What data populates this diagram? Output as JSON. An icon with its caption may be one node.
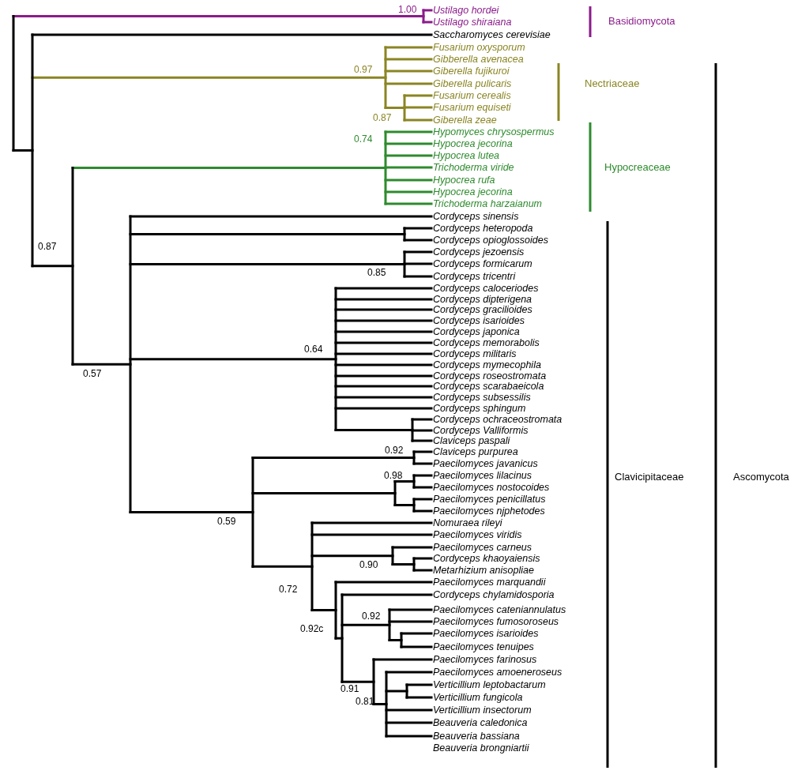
{
  "diagram": {
    "labels": [
      "Ustilago hordei",
      "Ustilago shiraiana",
      "Saccharomyces cerevisiae",
      "Fusarium oxysporum",
      "Gibberella avenacea",
      "Giberella fujikuroi",
      "Giberella pulicaris",
      "Fusarium cerealis",
      "Fusarium equiseti",
      "Giberella zeae",
      "Hypomyces chrysospermus",
      "Hypocrea jecorina",
      "Hypocrea lutea",
      "Trichoderma viride",
      "Hypocrea rufa",
      "Hypocrea jecorina",
      "Trichoderma harzaianum",
      "Cordyceps sinensis",
      "Cordyceps heteropoda",
      "Cordyceps opioglossoides",
      "Cordyceps jezoensis",
      "Cordyceps formicarum",
      "Cordyceps tricentri",
      "Cordyceps caloceriodes",
      "Cordyceps dipterigena",
      "Cordyceps gracilioides",
      "Cordyceps isarioides",
      "Cordyceps japonica",
      "Cordyceps memorabolis",
      "Cordyceps militaris",
      "Cordyceps mymecophila",
      "Cordyceps roseostromata",
      "Cordyceps scarabaeicola",
      "Cordyceps subsessilis",
      "Cordyceps sphingum",
      "Cordyceps ochraceostromata",
      "Cordyceps Valliformis",
      "Claviceps paspali",
      "Claviceps purpurea",
      "Paecilomyces javanicus",
      "Paecilomyces lilacinus",
      "Paecilomyces nostocoides",
      "Paecilomyces penicillatus",
      "Paecilomyces njphetodes",
      "Nomuraea rileyi",
      "Paecilomyces viridis",
      "Paecilomyces carneus",
      "Cordyceps khaoyaiensis",
      "Metarhizium anisopliae",
      "Paecilomyces marquandii",
      "Cordyceps chylamidosporia",
      "Paecilomyces cateniannulatus",
      "Paecilomyces fumosoroseus",
      "Paecilomyces isarioides",
      "Paecilomyces tenuipes",
      "Paecilomyces farinosus",
      "Paecilomyces amoeneroseus",
      "Verticillium leptobactarum",
      "Verticillium fungicola",
      "Verticillium insectorum",
      "Beauveria caledonica",
      "Beauveria bassiana",
      "Beauveria brongniartii",
      "1.00",
      "0.97",
      "0.87",
      "0.74",
      "0.87",
      "0.85",
      "0.64",
      "0.57",
      "0.92",
      "0.98",
      "0.59",
      "0.90",
      "0.72",
      "0.92c",
      "0.92",
      "0.91",
      "0.81",
      "Basidiomycota",
      "Nectriaceae",
      "Hypocreaceae",
      "Clavicipitaceae",
      "Ascomycota"
    ]
  }
}
